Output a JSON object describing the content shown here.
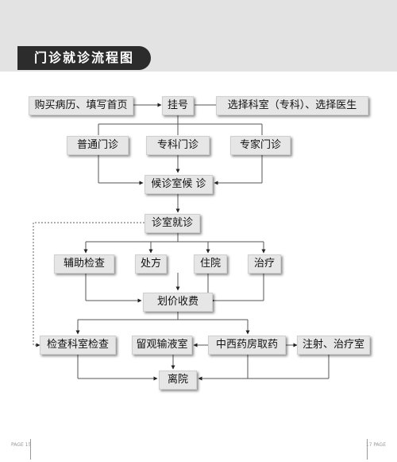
{
  "title": "门诊就诊流程图",
  "nodes": {
    "buy_record": "购买病历、填写首页",
    "register": "挂号",
    "choose_dept": "选择科室（专科）、选择医生",
    "general_clinic": "普通门诊",
    "specialist_clinic": "专科门诊",
    "expert_clinic": "专家门诊",
    "waiting": "候诊室候  诊",
    "consultation": "诊室就诊",
    "aux_exam": "辅助检查",
    "prescription": "处方",
    "hospitalization": "住院",
    "treatment": "治疗",
    "billing": "划价收费",
    "exam_dept": "检查科室检查",
    "infusion_room": "留观输液室",
    "pharmacy": "中西药房取药",
    "injection_room": "注射、治疗室",
    "discharge": "离院"
  },
  "footer": {
    "left": "PAGE 15",
    "right": "17 PAGE"
  }
}
